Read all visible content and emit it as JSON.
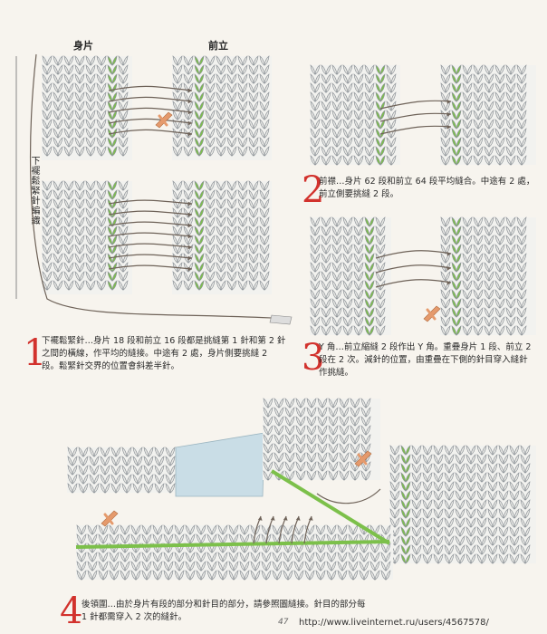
{
  "labels": {
    "body_piece": "身片",
    "front_band": "前立",
    "side_label": "下襬鬆緊針編織"
  },
  "steps": [
    {
      "number": "1",
      "text": "下襬鬆緊針…身片 18 段和前立 16 段都是挑縫第 1 針和第 2 針之間的橫線，作平均的縫接。中途有 2 處，身片側要挑縫 2 段。鬆緊針交界的位置會斜差半針。"
    },
    {
      "number": "2",
      "text": "前襟…身片 62 段和前立 64 段平均縫合。中途有 2 處，前立側要挑縫 2 段。"
    },
    {
      "number": "3",
      "text": "Y 角…前立縮縫 2 段作出 Y 角。重疊身片 1 段、前立 2 段在 2 次。減針的位置，由重疊在下側的針目穿入縫針作挑縫。"
    },
    {
      "number": "4",
      "text": "後領圍…由於身片有段的部分和針目的部分，請參照圖縫接。針目的部分每 1 針都需穿入 2 次的縫針。"
    }
  ],
  "page_number": "47",
  "watermark": "http://www.liveinternet.ru/users/4567578/",
  "colors": {
    "accent_red": "#d2322d",
    "yarn_fill": "#e6e6e3",
    "yarn_stroke": "#8d9398",
    "seam_green": "#7cc04a",
    "thread": "#6e6258",
    "needle": "#e59a6c",
    "blue_fill": "#c9dde6"
  }
}
